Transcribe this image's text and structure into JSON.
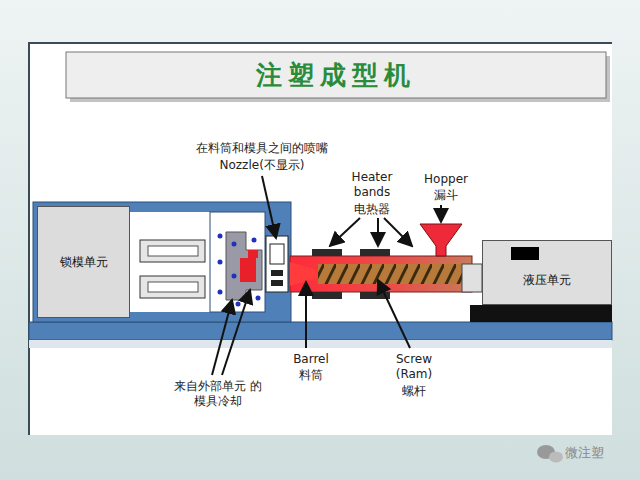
{
  "diagram": {
    "title": "注塑成型机",
    "nodes": [
      {
        "text": [
          "锁模单元"
        ]
      },
      {
        "text": [
          "液压单元"
        ]
      }
    ],
    "labels": [
      "在料筒和模具之间的喷嘴",
      "Nozzle(不显示)",
      "Heater bands",
      "电热器",
      "Hopper",
      "漏斗",
      "Barrel",
      "料筒",
      "Screw (Ram)",
      "螺杆",
      "来自外部单元 的模具冷却",
      "微注塑"
    ]
  }
}
